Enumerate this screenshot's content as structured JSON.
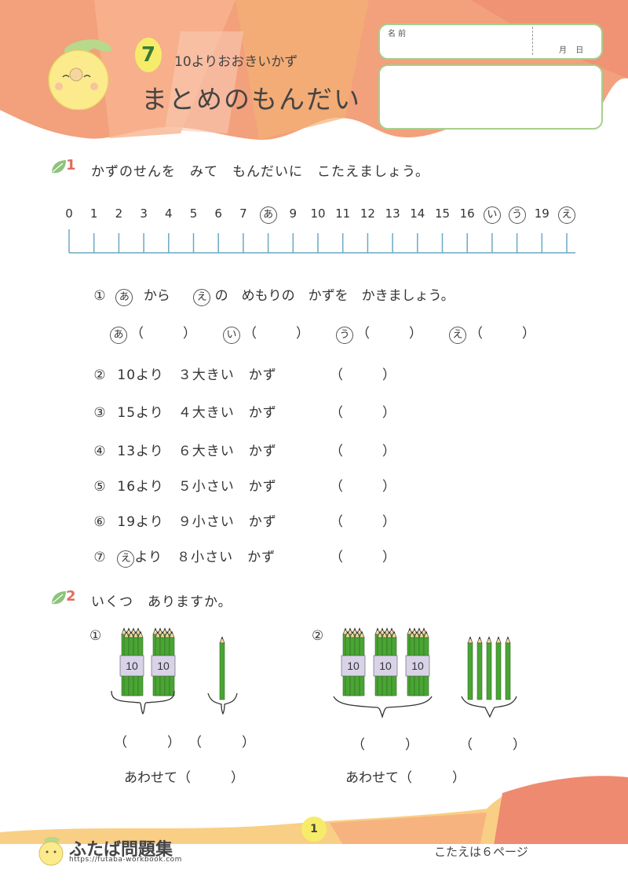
{
  "header": {
    "lesson_number": "7",
    "subtitle": "10よりおおきいかず",
    "title": "まとめのもんだい",
    "name_label": "名 前",
    "month_label": "月",
    "day_label": "日"
  },
  "section1": {
    "number": "1",
    "instruction": "かずのせんを　みて　もんだいに　こたえましょう。",
    "number_line": [
      "0",
      "1",
      "2",
      "3",
      "4",
      "5",
      "6",
      "7",
      "あ",
      "9",
      "10",
      "11",
      "12",
      "13",
      "14",
      "15",
      "16",
      "い",
      "う",
      "19",
      "え"
    ],
    "q1": {
      "num": "①",
      "mark_a": "あ",
      "text_a": "から",
      "mark_e": "え",
      "text_b": "の　めもりの　かずを　かきましょう。",
      "answers": [
        {
          "mark": "あ",
          "open": "（",
          "close": "）"
        },
        {
          "mark": "い",
          "open": "（",
          "close": "）"
        },
        {
          "mark": "う",
          "open": "（",
          "close": "）"
        },
        {
          "mark": "え",
          "open": "（",
          "close": "）"
        }
      ]
    },
    "questions": [
      {
        "num": "②",
        "text": "10より　３大きい　かず",
        "open": "（",
        "close": "）"
      },
      {
        "num": "③",
        "text": "15より　４大きい　かず",
        "open": "（",
        "close": "）"
      },
      {
        "num": "④",
        "text": "13より　６大きい　かず",
        "open": "（",
        "close": "）"
      },
      {
        "num": "⑤",
        "text": "16より　５小さい　かず",
        "open": "（",
        "close": "）"
      },
      {
        "num": "⑥",
        "text": "19より　９小さい　かず",
        "open": "（",
        "close": "）"
      },
      {
        "num": "⑦",
        "mark": "え",
        "text": "より　８小さい　かず",
        "open": "（",
        "close": "）"
      }
    ]
  },
  "section2": {
    "number": "2",
    "instruction": "いくつ　ありますか。",
    "problems": [
      {
        "num": "①",
        "bundle_label": "10",
        "bundles": 2,
        "loose_pencils": 1,
        "total_label": "あわせて（　　　）",
        "blank_left": "（　　　）",
        "blank_right": "（　　　）"
      },
      {
        "num": "②",
        "bundle_label": "10",
        "bundles": 3,
        "loose_pencils": 5,
        "total_label": "あわせて（　　　）",
        "blank_left": "（　　　）",
        "blank_right": "（　　　）"
      }
    ]
  },
  "footer": {
    "brand": "ふたば問題集",
    "url": "https://futaba-workbook.com",
    "page": "1",
    "answer_ref": "こたえは６ページ"
  },
  "colors": {
    "header_orange": "#f3a07c",
    "header_peach": "#f7c7a6",
    "accent_yellow": "#f6ec6a",
    "box_border": "#a6cf8d",
    "number_line": "#6aa9c4",
    "pencil_green": "#4aa534"
  }
}
